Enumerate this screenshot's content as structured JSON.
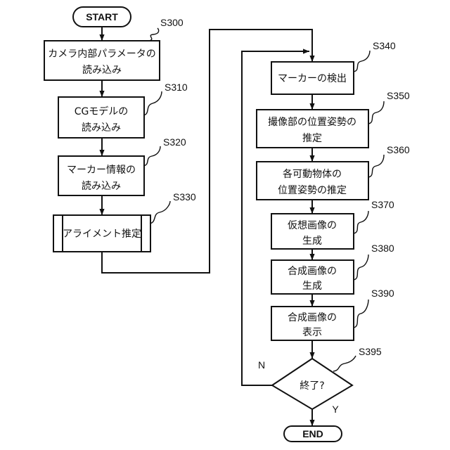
{
  "start": "START",
  "end": "END",
  "steps": [
    {
      "id": "S300",
      "lines": [
        "カメラ内部パラメータの",
        "読み込み"
      ]
    },
    {
      "id": "S310",
      "lines": [
        "CGモデルの",
        "読み込み"
      ]
    },
    {
      "id": "S320",
      "lines": [
        "マーカー情報の",
        "読み込み"
      ]
    },
    {
      "id": "S330",
      "lines": [
        "アライメント推定"
      ]
    },
    {
      "id": "S340",
      "lines": [
        "マーカーの検出"
      ]
    },
    {
      "id": "S350",
      "lines": [
        "撮像部の位置姿勢の",
        "推定"
      ]
    },
    {
      "id": "S360",
      "lines": [
        "各可動物体の",
        "位置姿勢の推定"
      ]
    },
    {
      "id": "S370",
      "lines": [
        "仮想画像の",
        "生成"
      ]
    },
    {
      "id": "S380",
      "lines": [
        "合成画像の",
        "生成"
      ]
    },
    {
      "id": "S390",
      "lines": [
        "合成画像の",
        "表示"
      ]
    }
  ],
  "decision": {
    "id": "S395",
    "text": "終了?",
    "no": "N",
    "yes": "Y"
  }
}
